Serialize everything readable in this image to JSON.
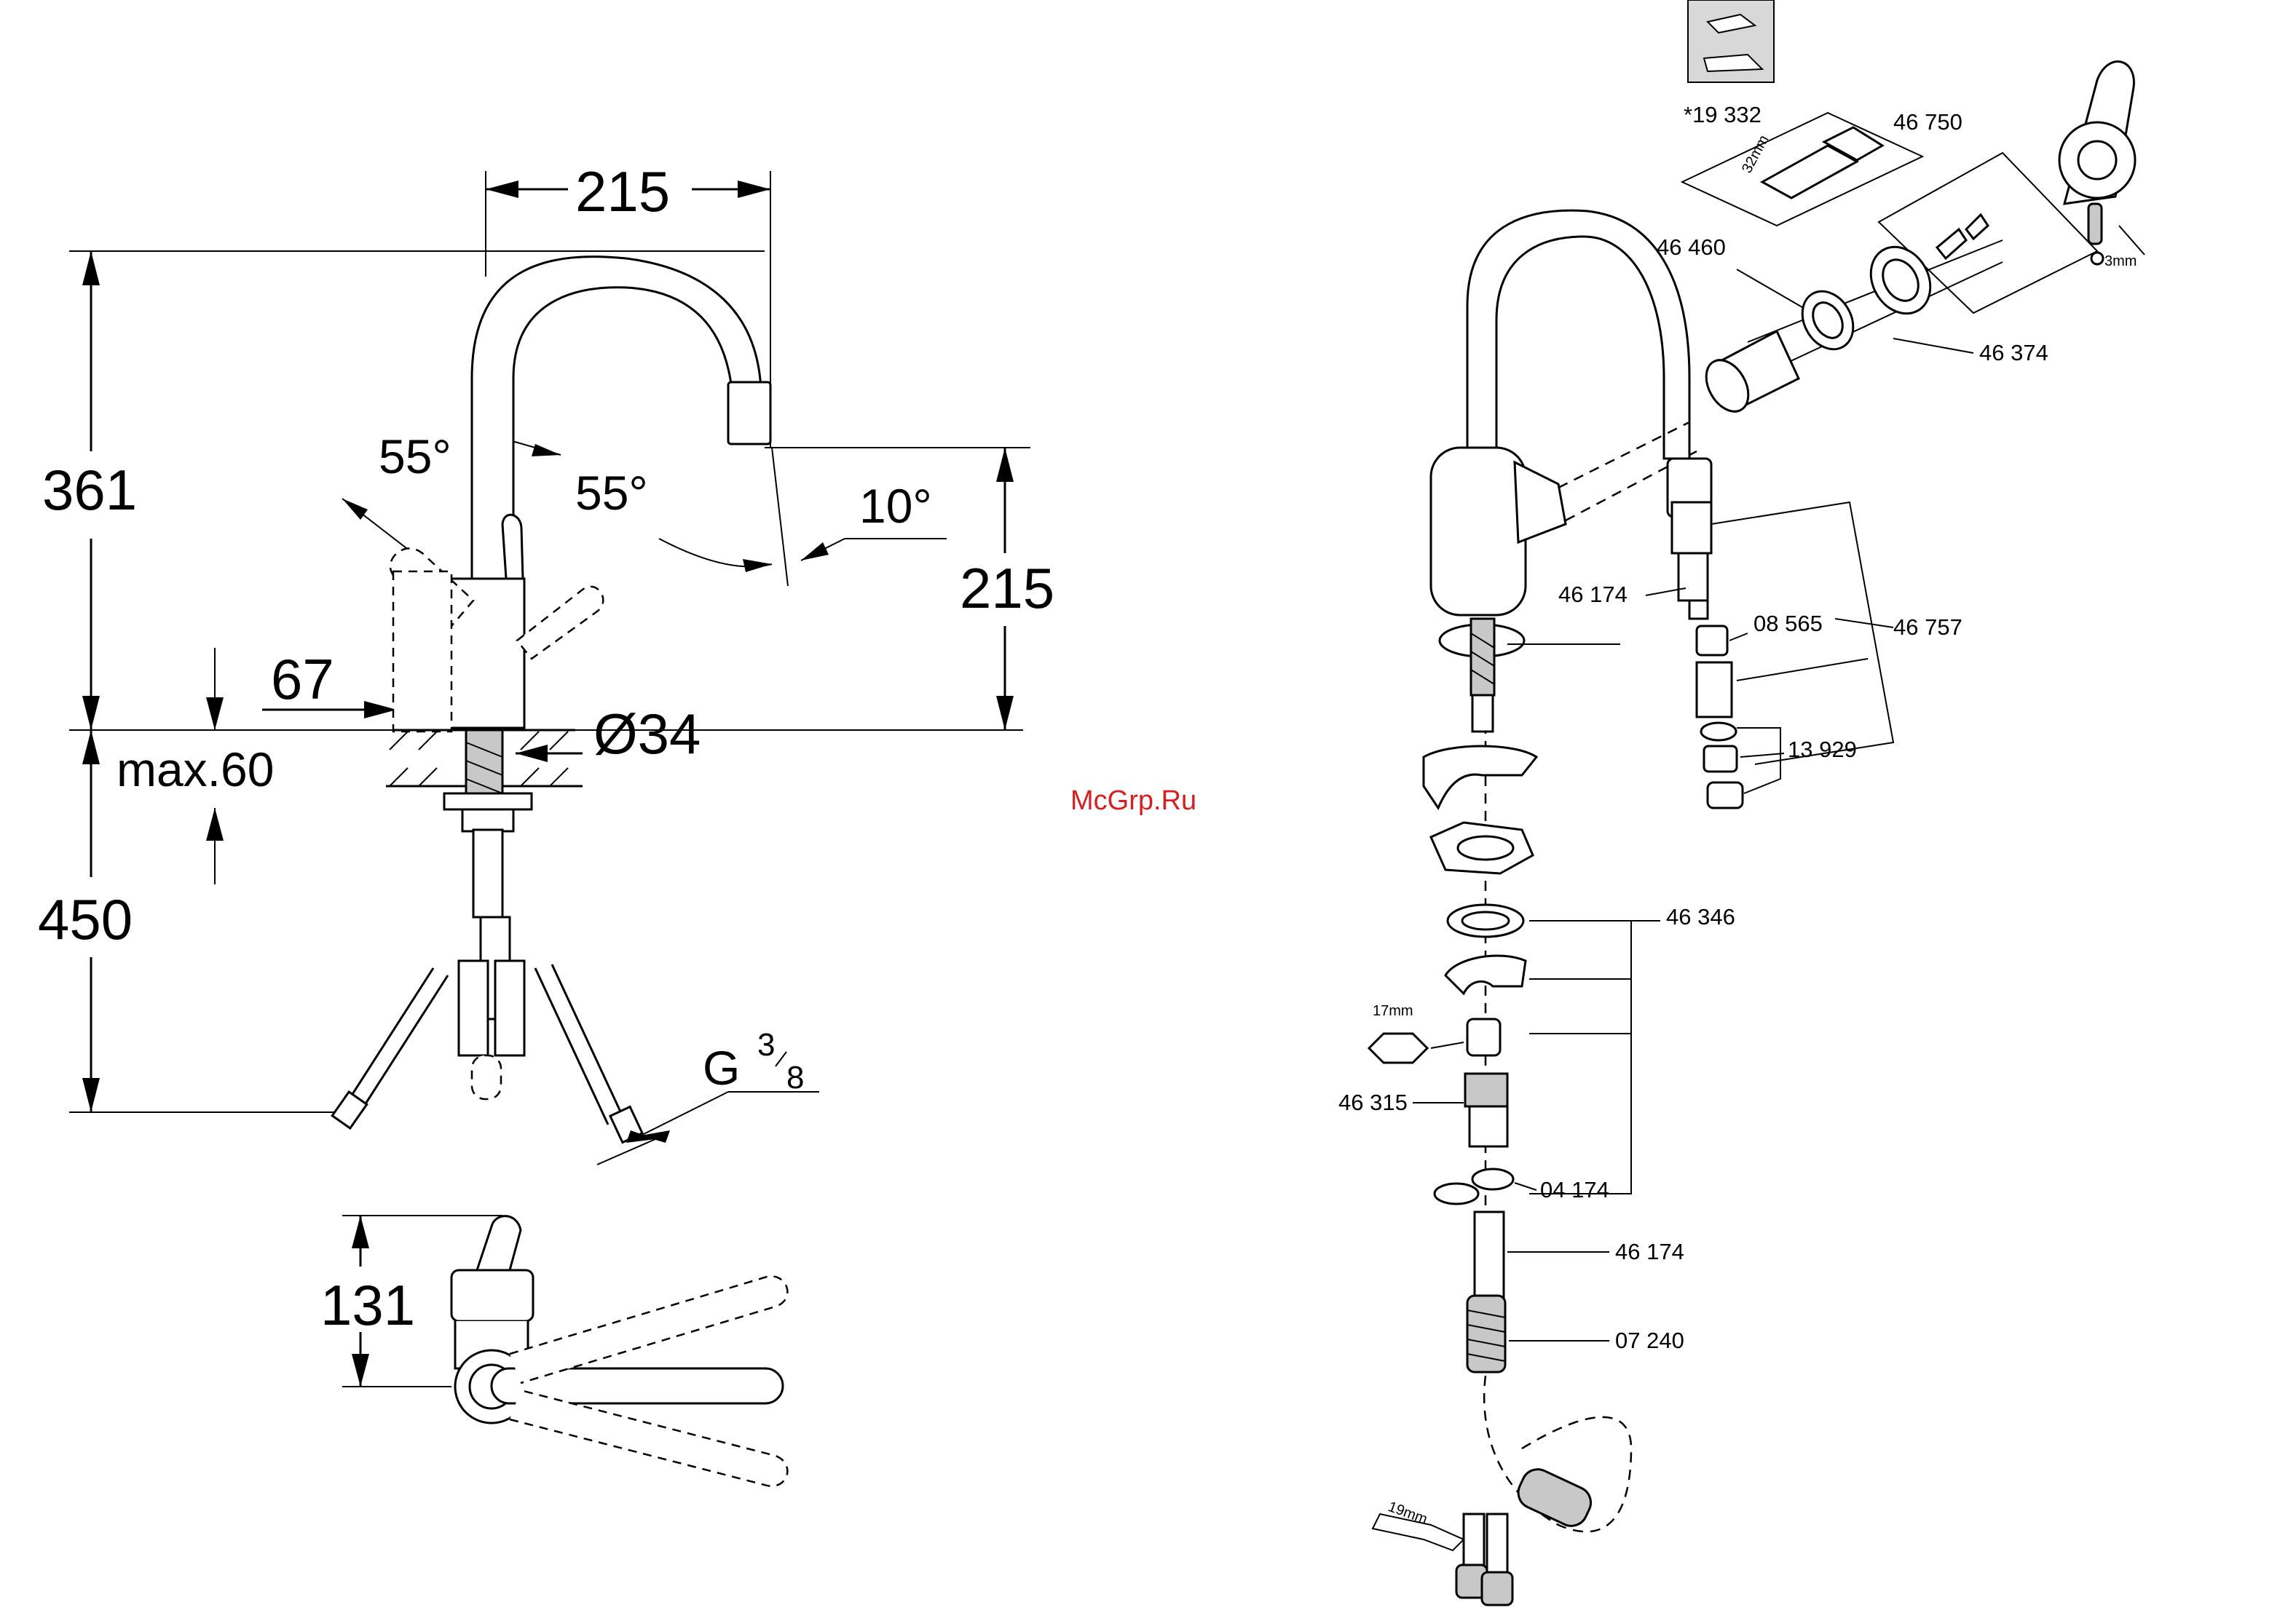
{
  "watermark": "McGrp.Ru",
  "dimensions": {
    "width_top": "215",
    "height_total": "361",
    "spout_height": "215",
    "angle_left": "55°",
    "angle_right": "55°",
    "angle_spout": "10°",
    "handle_height": "67",
    "diameter": "Ø34",
    "max_thickness": "max.60",
    "hose_length": "450",
    "thread_g": "G",
    "thread_num": "3",
    "thread_den": "8",
    "plan_depth": "131"
  },
  "parts": {
    "cartridge_set": "*19 332",
    "cartridge_size": "32mm",
    "handle": "46 750",
    "bonnet": "46 460",
    "cartridge_kit": "46 374",
    "hose_insert": "46 174",
    "check_valve": "08 565",
    "hose_set": "46 757",
    "aerator": "13 929",
    "mounting_set": "46 346",
    "nut_size": "17mm",
    "connector": "46 315",
    "seal": "04 174",
    "hose_sleeve": "46 174",
    "weight": "07 240",
    "wrench_size": "19mm",
    "hex_key_size": "3mm"
  }
}
